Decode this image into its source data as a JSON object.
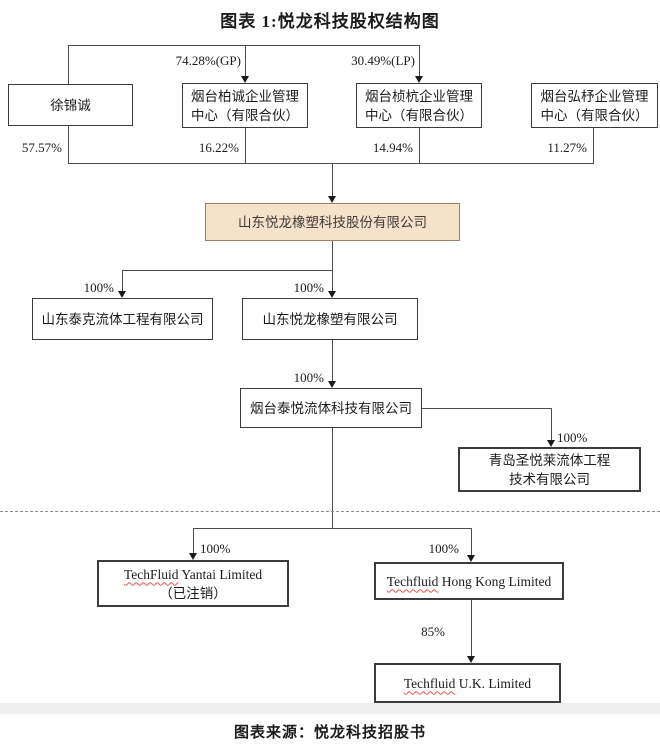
{
  "title": "图表 1:悦龙科技股权结构图",
  "source": "图表来源：悦龙科技招股书",
  "nodes": {
    "xu": {
      "name": "徐锦诚"
    },
    "baicheng": {
      "line1": "烟台柏诚企业管理",
      "line2": "中心（有限合伙）"
    },
    "zhenhang": {
      "line1": "烟台桢杭企业管理",
      "line2": "中心（有限合伙）"
    },
    "hongzhu": {
      "line1": "烟台弘杼企业管理",
      "line2": "中心（有限合伙）"
    },
    "parent": {
      "name": "山东悦龙橡塑科技股份有限公司"
    },
    "taike": {
      "name": "山东泰克流体工程有限公司"
    },
    "yuelong": {
      "name": "山东悦龙橡塑有限公司"
    },
    "taiyue": {
      "name": "烟台泰悦流体科技有限公司"
    },
    "qingdao": {
      "line1": "青岛圣悦莱流体工程",
      "line2": "技术有限公司"
    },
    "yantai": {
      "brand": "TechFluid",
      "rest": " Yantai Limited",
      "note": "（已注销）"
    },
    "hk": {
      "brand": "Techfluid",
      "rest": " Hong Kong Limited"
    },
    "uk": {
      "brand": "Techfluid",
      "rest": " U.K. Limited"
    }
  },
  "ownership": {
    "gp": "74.28%(GP)",
    "lp": "30.49%(LP)",
    "xu": "57.57%",
    "baicheng": "16.22%",
    "zhenhang": "14.94%",
    "hongzhu": "11.27%",
    "taike": "100%",
    "yuelong": "100%",
    "taiyue": "100%",
    "qingdao": "100%",
    "yantai": "100%",
    "hk": "100%",
    "uk": "85%"
  },
  "colors": {
    "highlight_bg": "#f6e2cb",
    "highlight_border": "#9b8266",
    "line": "#4c4c4c",
    "spellcheck_underline": "#e0564e",
    "page_band": "#efefef"
  }
}
